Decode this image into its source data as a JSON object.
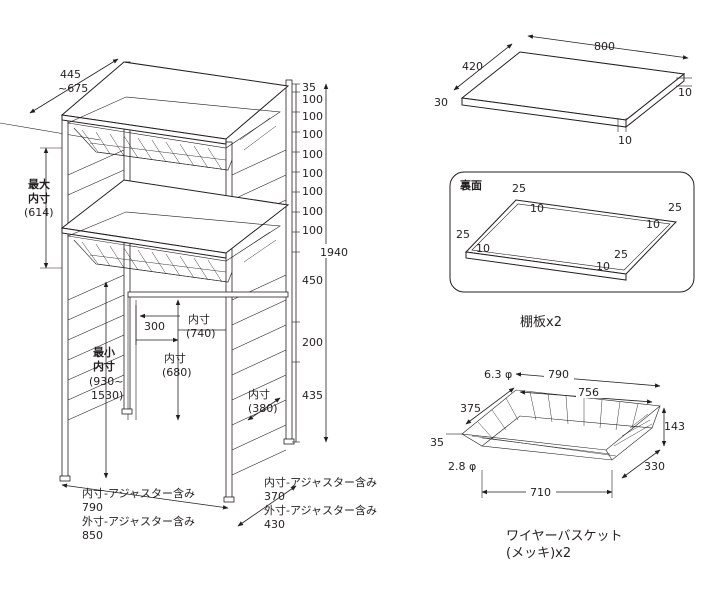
{
  "rack": {
    "depth_range": [
      "445",
      "~675"
    ],
    "pitches": [
      "35",
      "100",
      "100",
      "100",
      "100",
      "100",
      "100",
      "100",
      "100"
    ],
    "gap_upper": "450",
    "gap_mid": "200",
    "gap_lower": "435",
    "total_height": "1940",
    "max_inner": {
      "label1": "最大",
      "label2": "内寸",
      "value": "(614)"
    },
    "bar_offset": "300",
    "inner_740": {
      "label": "内寸",
      "value": "(740)"
    },
    "min_inner": {
      "label1": "最小",
      "label2": "内寸",
      "value1": "(930~",
      "value2": "1530)"
    },
    "inner_680": {
      "label": "内寸",
      "value": "(680)"
    },
    "inner_380": {
      "label": "内寸",
      "value": "(380)"
    },
    "width_inner_label": "内寸-アジャスター含み",
    "width_inner_value": "790",
    "width_outer_label": "外寸-アジャスター含み",
    "width_outer_value": "850",
    "depth_inner_label": "内寸-アジャスター含み",
    "depth_inner_value": "370",
    "depth_outer_label": "外寸-アジャスター含み",
    "depth_outer_value": "430"
  },
  "shelf": {
    "width": "800",
    "depth": "420",
    "thickness": "30",
    "edge_right": "10",
    "edge_front": "10",
    "caption": "棚板x2"
  },
  "underside": {
    "label": "裏面",
    "v1": "25",
    "v2": "10",
    "v3": "25",
    "v4": "10",
    "v5": "25",
    "v6": "10",
    "v7": "25",
    "v8": "10"
  },
  "basket": {
    "rim_wire": "6.3 φ",
    "top_width": "790",
    "inner_width": "756",
    "depth": "375",
    "lip": "35",
    "mesh_wire": "2.8 φ",
    "bottom_width": "710",
    "height": "143",
    "bottom_depth": "330",
    "caption_line1": "ワイヤーバスケット",
    "caption_line2": "(メッキ)x2"
  }
}
